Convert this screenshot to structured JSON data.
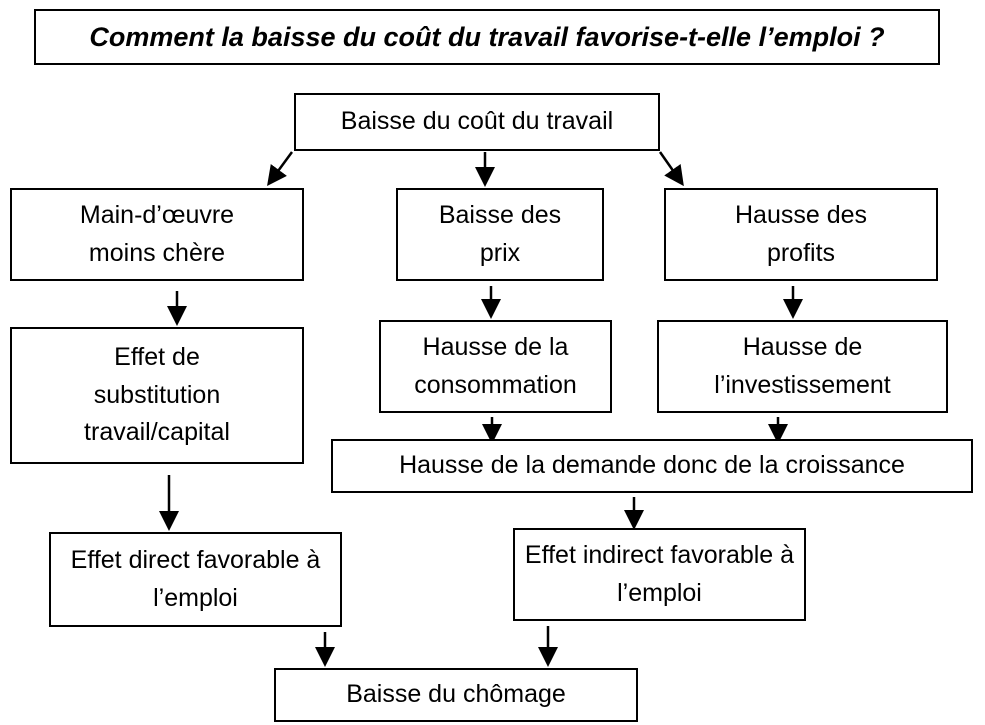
{
  "title": "Comment la baisse du coût du travail favorise-t-elle l’emploi ?",
  "nodes": {
    "baisse_cout": "Baisse du coût du travail",
    "main_oeuvre": "Main-d’œuvre moins chère",
    "baisse_prix": "Baisse des prix",
    "hausse_profits": "Hausse des profits",
    "effet_substitution": "Effet de substitution travail/capital",
    "hausse_consommation": "Hausse de la consommation",
    "hausse_investissement": "Hausse de l’investissement",
    "hausse_demande": "Hausse de la demande donc de la croissance",
    "effet_direct": "Effet direct favorable à l’emploi",
    "effet_indirect": "Effet indirect favorable à l’emploi",
    "baisse_chomage": "Baisse du chômage"
  }
}
